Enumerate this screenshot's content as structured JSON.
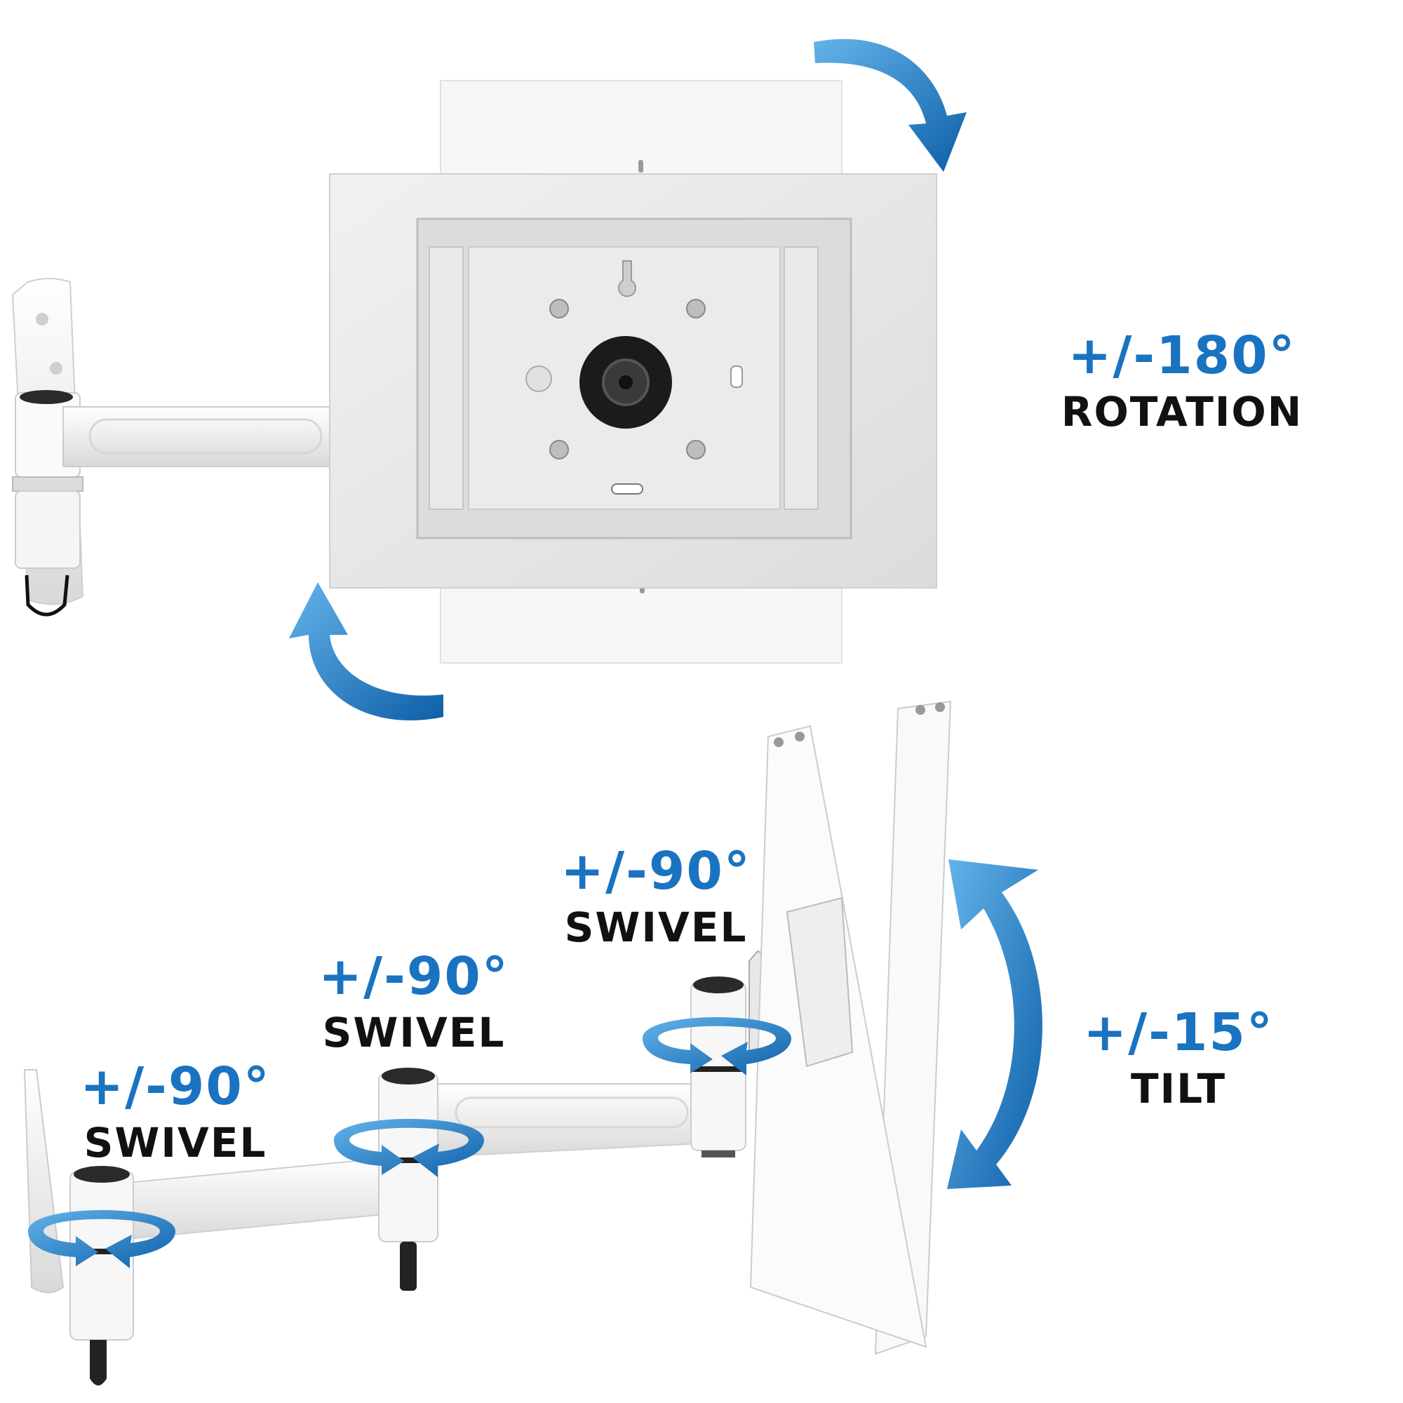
{
  "colors": {
    "accent_blue": "#1a73c0",
    "label_dark": "#111111",
    "mount_white": "#f2f2f2",
    "frame_gray": "#e6e6e6"
  },
  "rotation": {
    "degrees": "+/-180°",
    "name": "ROTATION"
  },
  "tilt": {
    "degrees": "+/-15°",
    "name": "TILT"
  },
  "swivels": [
    {
      "degrees": "+/-90°",
      "name": "SWIVEL"
    },
    {
      "degrees": "+/-90°",
      "name": "SWIVEL"
    },
    {
      "degrees": "+/-90°",
      "name": "SWIVEL"
    }
  ],
  "icons": [
    "rotation-arrow-icon",
    "tilt-arrow-icon",
    "swivel-arrow-icon"
  ]
}
